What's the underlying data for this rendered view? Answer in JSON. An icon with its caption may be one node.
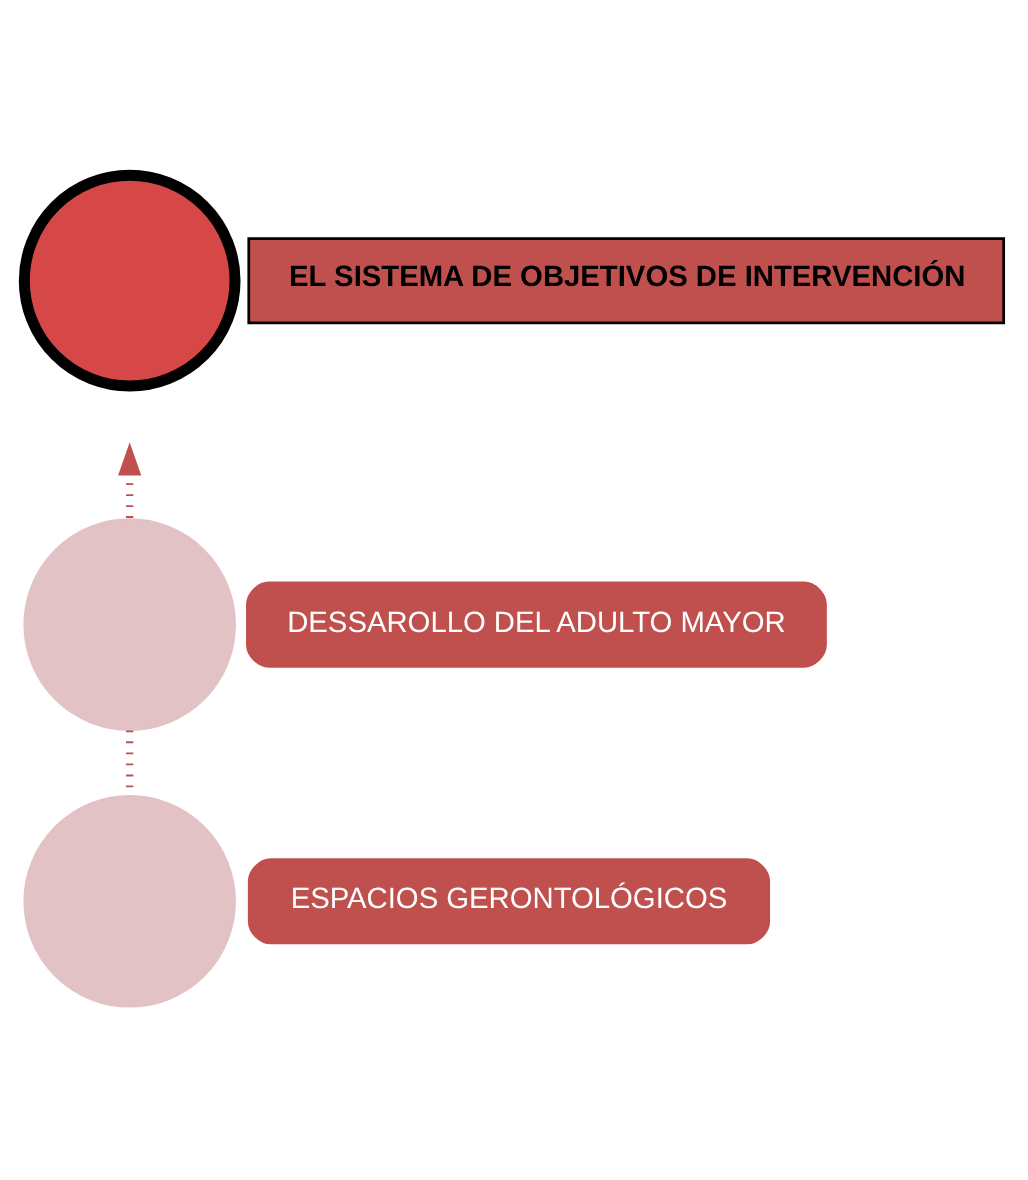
{
  "diagram": {
    "nodes": [
      {
        "text": [],
        "shape": "circle"
      },
      {
        "text": [
          "EL SISTEMA DE OBJETIVOS DE INTERVENCIÓN"
        ]
      },
      {
        "text": [],
        "shape": "circle"
      },
      {
        "text": [
          "DESSAROLLO DEL ADULTO MAYOR"
        ]
      },
      {
        "text": [],
        "shape": "circle"
      },
      {
        "text": [
          "ESPACIOS GERONTOLÓGICOS"
        ]
      }
    ],
    "edges": [
      {
        "from": 2,
        "to": null,
        "arrow": "to",
        "style": "dashed"
      },
      {
        "from": 4,
        "to": 2,
        "arrow": "none",
        "style": "dashed"
      }
    ]
  }
}
